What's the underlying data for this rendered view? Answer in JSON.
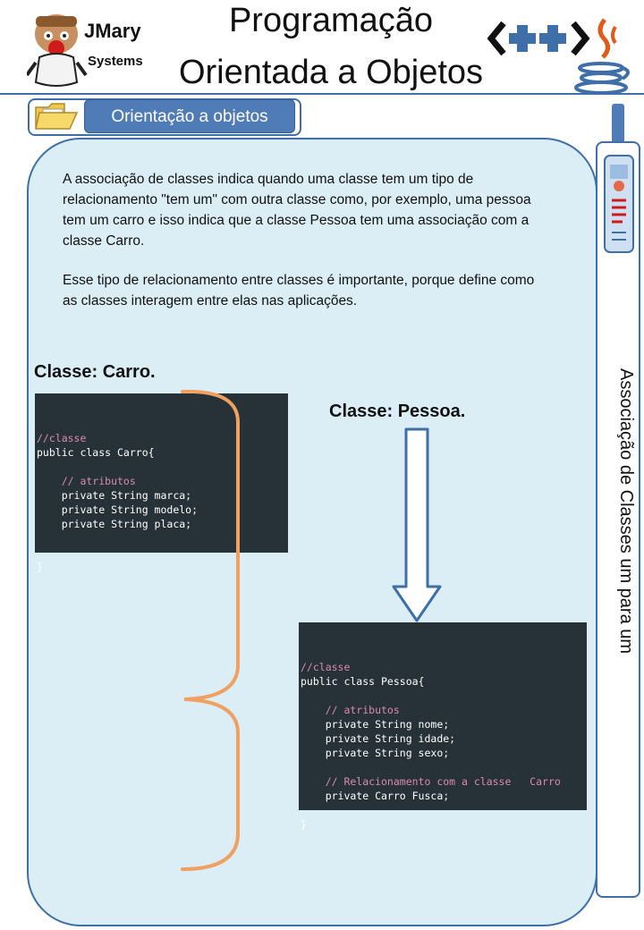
{
  "header": {
    "brand_line1": "JMary",
    "brand_line2": "Systems",
    "title_line1": "Programação",
    "title_line2": "Orientada a Objetos",
    "code_logo_text": "<++>"
  },
  "section": {
    "label": "Orientação a objetos"
  },
  "sidebar": {
    "label": "Associação de Classes um para um"
  },
  "content": {
    "paragraph1": "A associação de classes indica quando uma classe tem um tipo de relacionamento \"tem um\" com outra classe como, por exemplo, uma pessoa tem um carro e isso indica que a classe Pessoa tem uma associação com a classe Carro.",
    "paragraph2": "Esse tipo de relacionamento entre classes é importante, porque define como as classes interagem entre elas nas aplicações.",
    "heading_carro": "Classe: Carro.",
    "heading_pessoa": "Classe: Pessoa."
  },
  "code_carro": {
    "lines": [
      "//classe",
      "public class Carro{",
      "",
      "    // atributos",
      "    private String marca;",
      "    private String modelo;",
      "    private String placa;",
      "",
      "",
      "}"
    ]
  },
  "code_pessoa": {
    "lines": [
      "//classe",
      "public class Pessoa{",
      "",
      "    // atributos",
      "    private String nome;",
      "    private String idade;",
      "    private String sexo;",
      "",
      "    // Relacionamento com a classe   Carro",
      "    private Carro Fusca;",
      "",
      "}"
    ]
  },
  "colors": {
    "accent": "#4f7bb6",
    "panel": "#dbeef6",
    "code_bg": "#263238",
    "brace": "#f0a060"
  }
}
